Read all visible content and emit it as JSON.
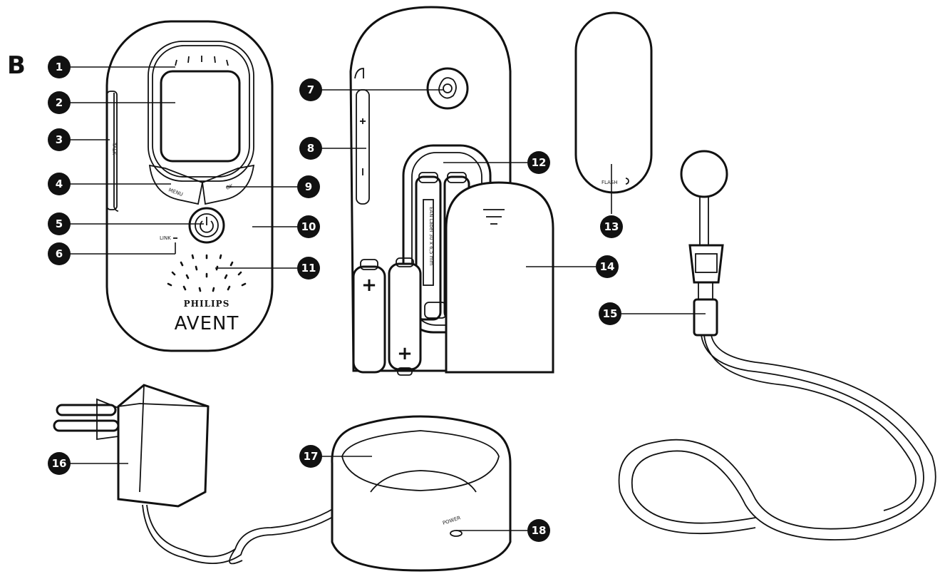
{
  "figure_letter": "B",
  "device": {
    "brand_top": "PHILIPS",
    "brand_bottom": "AVENT",
    "menu_label": "MENU",
    "ok_label": "OK",
    "link_label": "LINK",
    "talk_label": "TALK",
    "flash_label": "FLASH",
    "power_label": "POWER",
    "battery_label": "EAN Label 30 x 6,5 mm"
  },
  "callouts": [
    "1",
    "2",
    "3",
    "4",
    "5",
    "6",
    "7",
    "8",
    "9",
    "10",
    "11",
    "12",
    "13",
    "14",
    "15",
    "16",
    "17",
    "18"
  ]
}
